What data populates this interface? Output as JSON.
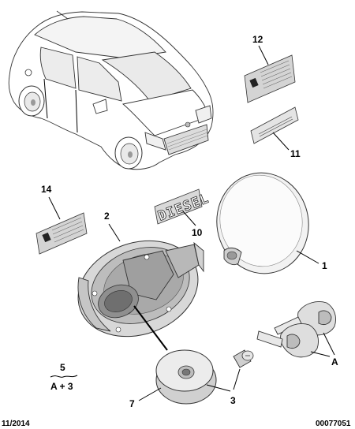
{
  "diagram": {
    "callouts": {
      "c1": "1",
      "c2": "2",
      "c3": "3",
      "c5": "5",
      "c5_formula": "A + 3",
      "c7": "7",
      "c10": "10",
      "c11": "11",
      "c12": "12",
      "c14": "14",
      "cA": "A"
    },
    "diesel_label_text": "DIESEL",
    "footer": {
      "date": "11/2014",
      "reference": "00077051"
    }
  }
}
